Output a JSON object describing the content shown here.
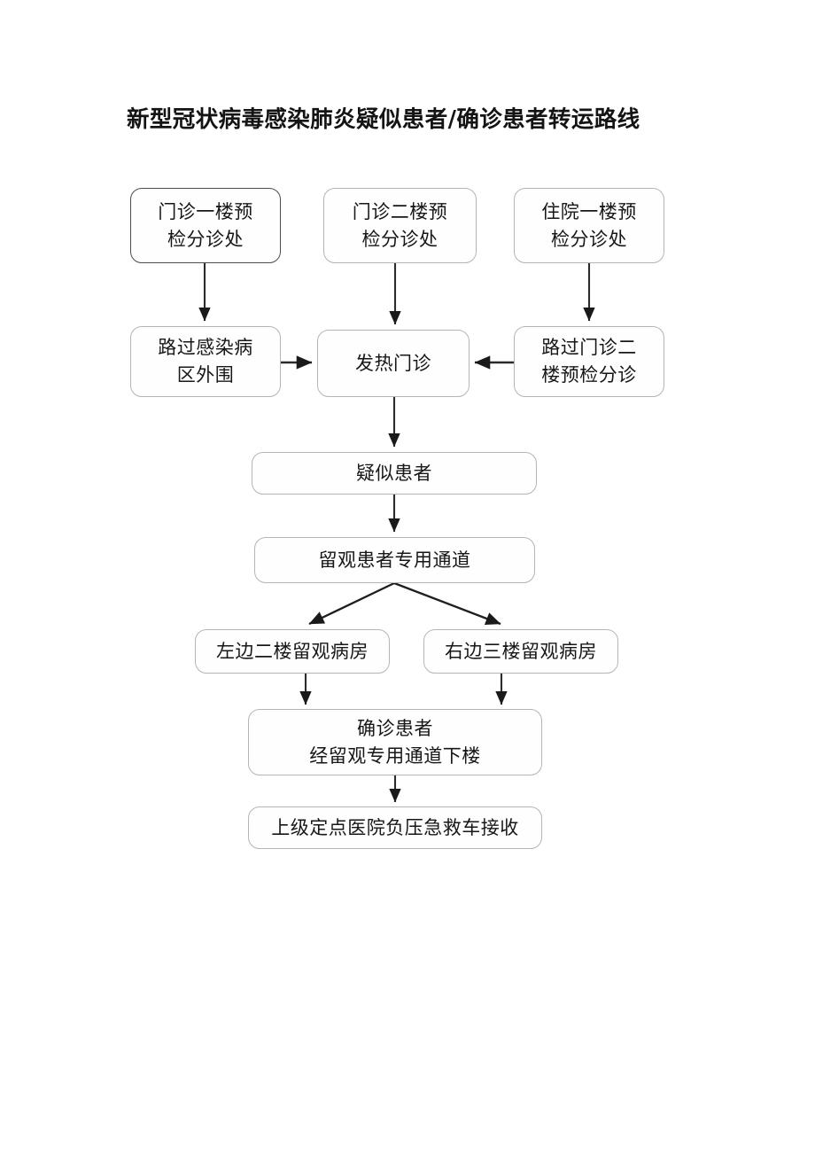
{
  "document": {
    "title": "新型冠状病毒感染肺炎疑似患者/确诊患者转运路线",
    "background_color": "#ffffff",
    "text_color": "#171717",
    "box_border_color": "#b5b5b5",
    "emphasis_border_color": "#4d4d4d",
    "arrow_color": "#1a1a1a"
  },
  "flowchart": {
    "type": "flowchart",
    "direction": "top-to-bottom",
    "nodes": [
      {
        "id": "outpatient-floor1-triage",
        "label": "门诊一楼预\n检分诊处",
        "row": 1,
        "column": 1
      },
      {
        "id": "outpatient-floor2-triage",
        "label": "门诊二楼预\n检分诊处",
        "row": 1,
        "column": 2
      },
      {
        "id": "inpatient-floor1-triage",
        "label": "住院一楼预\n检分诊处",
        "row": 1,
        "column": 3
      },
      {
        "id": "pass-infection-ward-outer",
        "label": "路过感染病\n区外围",
        "row": 2,
        "column": 1
      },
      {
        "id": "fever-clinic",
        "label": "发热门诊",
        "row": 2,
        "column": 2
      },
      {
        "id": "pass-outpatient-floor2",
        "label": "路过门诊二\n楼预检分诊",
        "row": 2,
        "column": 3
      },
      {
        "id": "suspected-patient",
        "label": "疑似患者",
        "row": 3,
        "column": 2
      },
      {
        "id": "observation-channel",
        "label": "留观患者专用通道",
        "row": 4,
        "column": 2
      },
      {
        "id": "ward-left-floor2",
        "label": "左边二楼留观病房",
        "row": 5,
        "column": 1
      },
      {
        "id": "ward-right-floor3",
        "label": "右边三楼留观病房",
        "row": 5,
        "column": 3
      },
      {
        "id": "confirmed-patient",
        "label": "确诊患者\n经留观专用通道下楼",
        "row": 6,
        "column": 2
      },
      {
        "id": "ambulance-transfer",
        "label": "上级定点医院负压急救车接收",
        "row": 7,
        "column": 2
      }
    ],
    "edges": [
      {
        "from": "outpatient-floor1-triage",
        "to": "pass-infection-ward-outer",
        "style": "vertical"
      },
      {
        "from": "outpatient-floor2-triage",
        "to": "fever-clinic",
        "style": "vertical"
      },
      {
        "from": "inpatient-floor1-triage",
        "to": "pass-outpatient-floor2",
        "style": "vertical"
      },
      {
        "from": "pass-infection-ward-outer",
        "to": "fever-clinic",
        "style": "horizontal-right"
      },
      {
        "from": "pass-outpatient-floor2",
        "to": "fever-clinic",
        "style": "horizontal-left"
      },
      {
        "from": "fever-clinic",
        "to": "suspected-patient",
        "style": "vertical"
      },
      {
        "from": "suspected-patient",
        "to": "observation-channel",
        "style": "vertical"
      },
      {
        "from": "observation-channel",
        "to": "ward-left-floor2",
        "style": "diagonal-left"
      },
      {
        "from": "observation-channel",
        "to": "ward-right-floor3",
        "style": "diagonal-right"
      },
      {
        "from": "ward-left-floor2",
        "to": "confirmed-patient",
        "style": "vertical"
      },
      {
        "from": "ward-right-floor3",
        "to": "confirmed-patient",
        "style": "vertical"
      },
      {
        "from": "confirmed-patient",
        "to": "ambulance-transfer",
        "style": "vertical"
      }
    ]
  }
}
